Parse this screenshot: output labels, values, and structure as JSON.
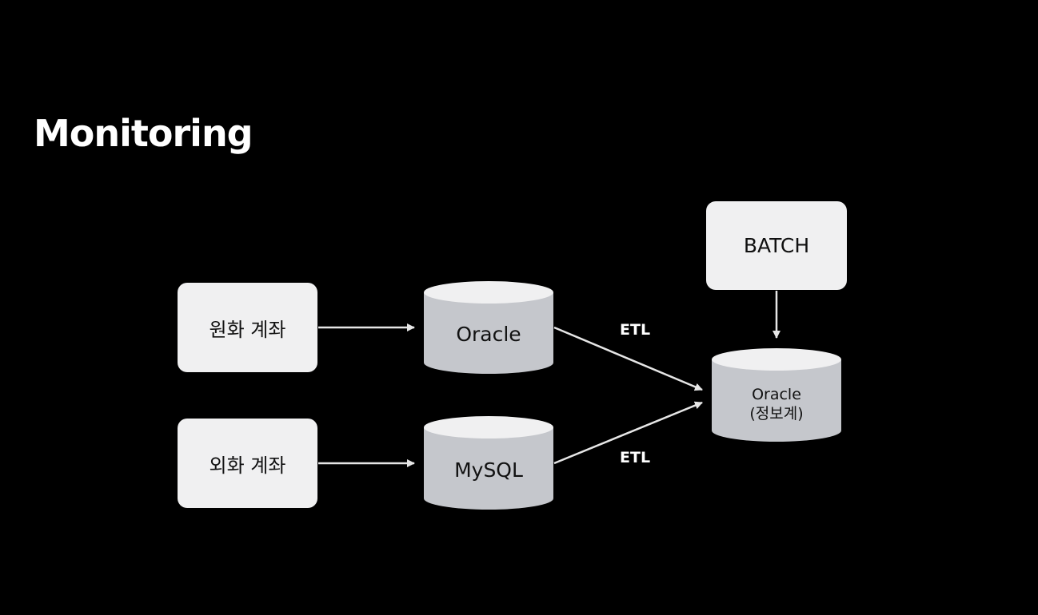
{
  "title": "Monitoring",
  "nodes": {
    "krw_account": "원화 계좌",
    "fx_account": "외화 계좌",
    "oracle_db": "Oracle",
    "mysql_db": "MySQL",
    "batch": "BATCH",
    "oracle_info_line1": "Oracle",
    "oracle_info_line2": "(정보계)"
  },
  "edges": {
    "etl_top": "ETL",
    "etl_bottom": "ETL"
  },
  "colors": {
    "background": "#000000",
    "box_fill": "#f0f0f1",
    "cylinder_body": "#c5c7cc",
    "cylinder_top": "#f0f0f1",
    "arrow": "#e6e6e6",
    "text_on_dark": "#ffffff",
    "text_on_light": "#111111"
  }
}
